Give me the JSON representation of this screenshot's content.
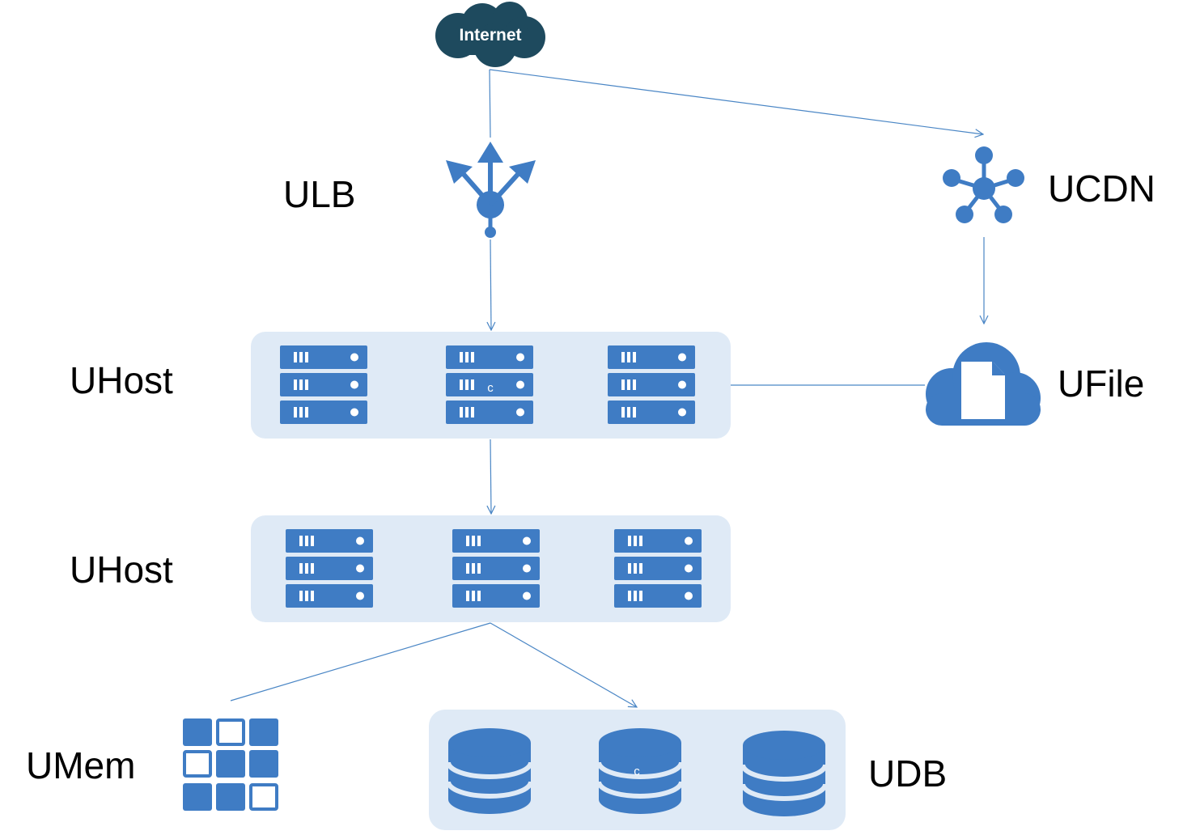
{
  "nodes": {
    "internet": "Internet",
    "ulb": "ULB",
    "ucdn": "UCDN",
    "uhost_web": "UHost",
    "uhost_app": "UHost",
    "ufile": "UFile",
    "umem": "UMem",
    "udb": "UDB"
  },
  "badges": {
    "uhost_web_center": "c",
    "udb_center": "c"
  },
  "colors": {
    "icon_blue": "#3f7cc4",
    "group_background": "#dfeaf6",
    "internet_cloud": "#1e4a5e",
    "connector": "#4a86c5"
  }
}
